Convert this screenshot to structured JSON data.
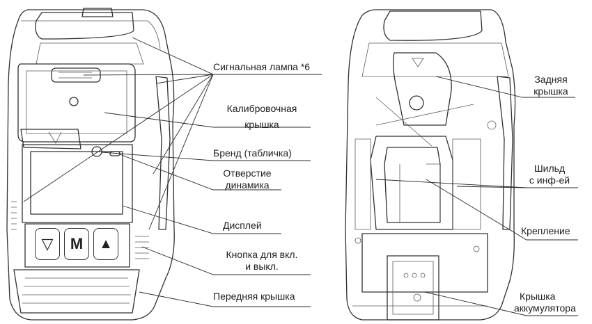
{
  "labels": {
    "signal_lamp": "Сигнальная лампа *6",
    "calibration_cover": [
      "Калибровочная",
      "крышка"
    ],
    "brand_plate": "Бренд (табличка)",
    "speaker_hole": [
      "Отверстие",
      "динамика"
    ],
    "display": "Дисплей",
    "power_button": [
      "Кнопка для вкл.",
      "и выкл."
    ],
    "front_cover": "Передняя крышка",
    "back_cover": [
      "Задняя",
      "крышка"
    ],
    "info_plate": [
      "Шильд",
      "с инф-ей"
    ],
    "mount": "Крепление",
    "battery_cover": [
      "Крышка",
      "аккумулятора"
    ]
  },
  "keys": {
    "down": "▽",
    "mode": "M",
    "up": "▲"
  }
}
